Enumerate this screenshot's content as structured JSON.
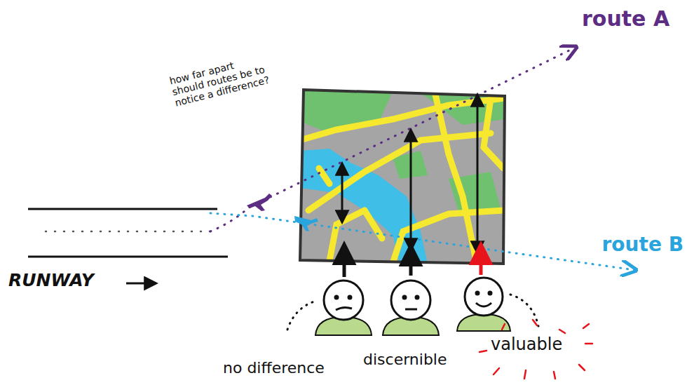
{
  "diagram": {
    "labels": [
      "how far apart should routes be to notice a difference?",
      "route A",
      "route B",
      "RUNWAY",
      "no difference",
      "discernible",
      "valuable"
    ]
  }
}
